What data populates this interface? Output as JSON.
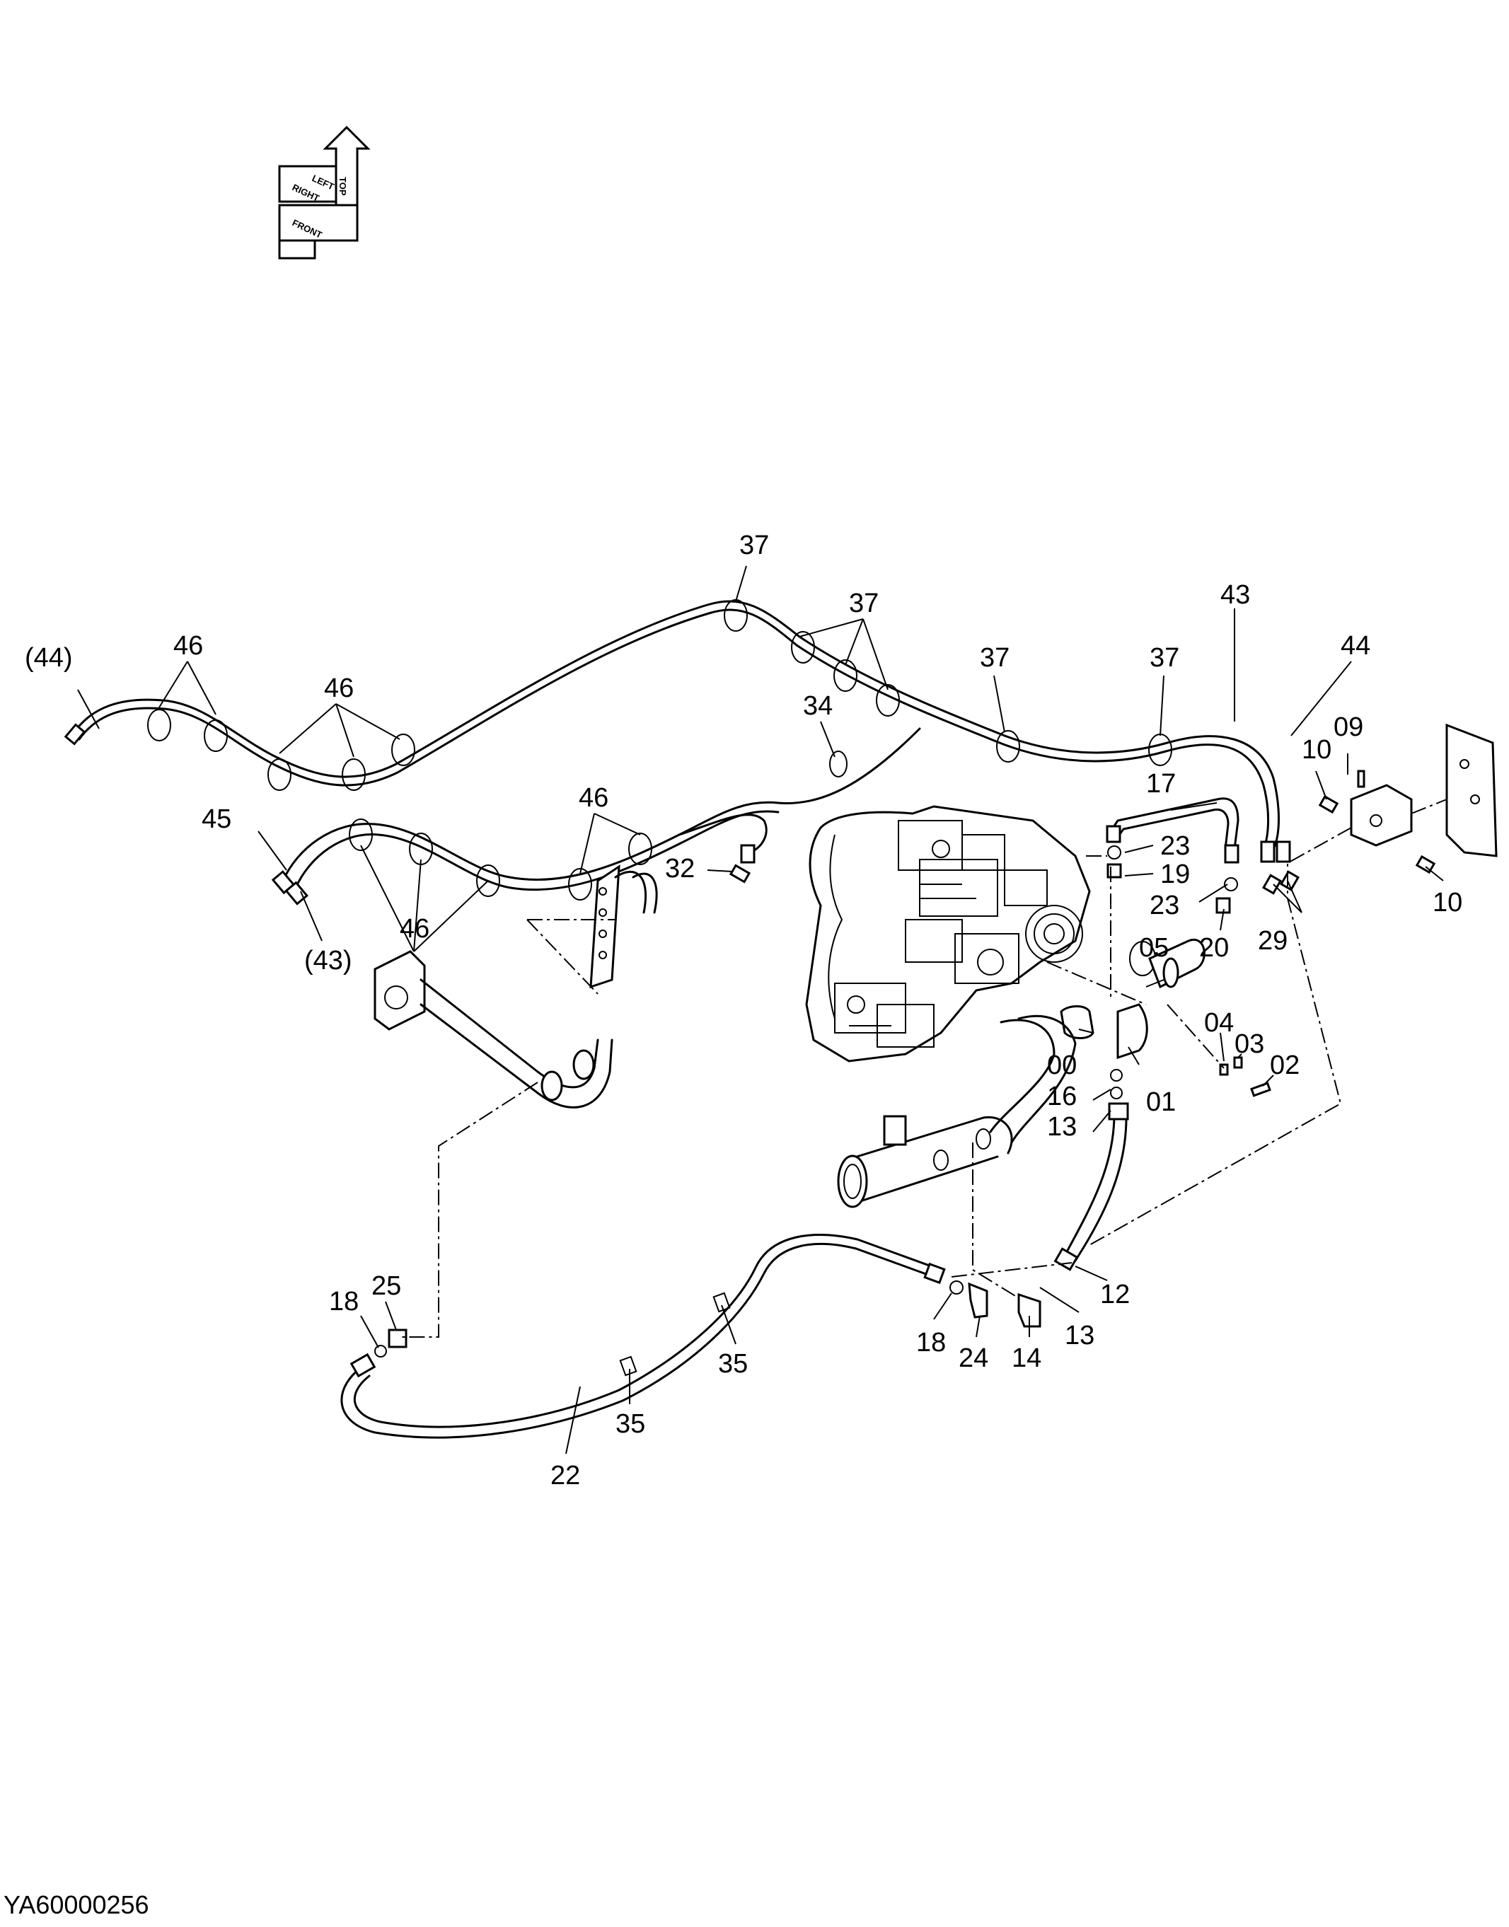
{
  "drawing_id": "YA60000256",
  "orientation": {
    "top": "TOP",
    "right": "RIGHT",
    "left": "LEFT",
    "front": "FRONT"
  },
  "callouts": {
    "p37a": "37",
    "p37b": "37",
    "p37c": "37",
    "p37d": "37",
    "p43": "43",
    "p44": "44",
    "p44p": "(44)",
    "p46a": "46",
    "p46b": "46",
    "p46c": "46",
    "p46d": "46",
    "p34": "34",
    "p45": "45",
    "p43p": "(43)",
    "p32": "32",
    "p17": "17",
    "p23a": "23",
    "p19": "19",
    "p23b": "23",
    "p10a": "10",
    "p09": "09",
    "p10b": "10",
    "p20": "20",
    "p29": "29",
    "p05": "05",
    "p04": "04",
    "p03": "03",
    "p02": "02",
    "p00": "00",
    "p01": "01",
    "p16": "16",
    "p13a": "13",
    "p12": "12",
    "p13b": "13",
    "p14": "14",
    "p24": "24",
    "p18a": "18",
    "p18b": "18",
    "p25": "25",
    "p35a": "35",
    "p35b": "35",
    "p22": "22"
  }
}
